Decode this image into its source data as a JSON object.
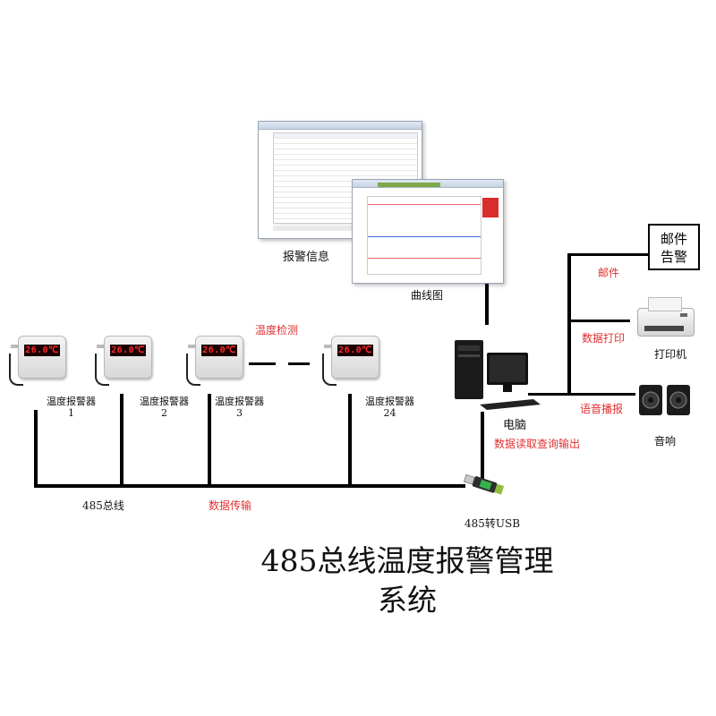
{
  "title": {
    "line1": "485总线温度报警管理",
    "line2": "系统"
  },
  "sensors": [
    {
      "display": "26.0℃",
      "label": "温度报警器",
      "number": "1"
    },
    {
      "display": "26.0℃",
      "label": "温度报警器",
      "number": "2"
    },
    {
      "display": "26.0℃",
      "label": "温度报警器",
      "number": "3"
    },
    {
      "display": "26.0℃",
      "label": "温度报警器",
      "number": "24"
    }
  ],
  "labels": {
    "temp_detect": "温度检测",
    "bus": "485总线",
    "data_transfer": "数据传输",
    "converter": "485转USB",
    "computer": "电脑",
    "data_read": "数据读取查询输出",
    "alarm_info": "报警信息",
    "curve": "曲线图",
    "email_link": "邮件",
    "email_box_line1": "邮件",
    "email_box_line2": "告警",
    "print_link": "数据打印",
    "printer": "打印机",
    "voice_link": "语音播报",
    "speaker": "音响"
  },
  "colors": {
    "accent_red": "#e23030",
    "line": "#000000",
    "display_red": "#ff2a2a"
  }
}
